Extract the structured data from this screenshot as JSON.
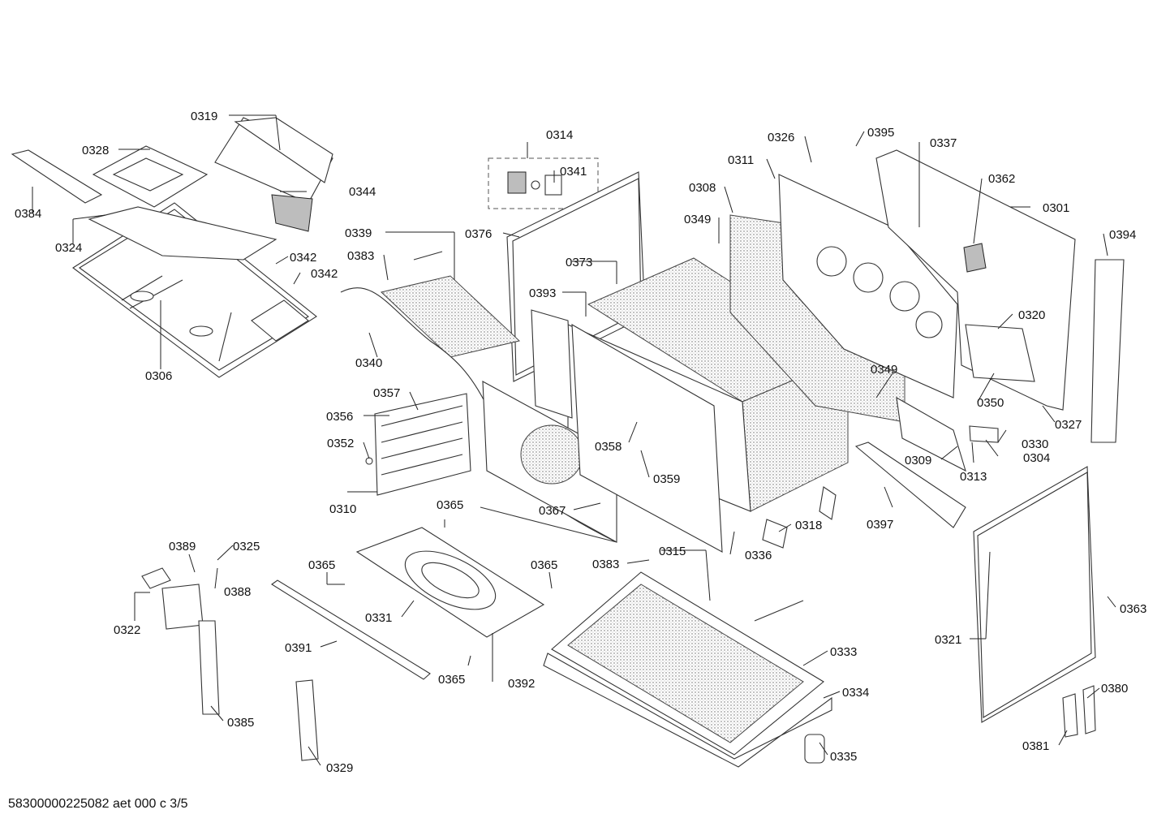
{
  "labels": {
    "p0319": "0319",
    "p0328": "0328",
    "p0384": "0384",
    "p0344": "0344",
    "p0324": "0324",
    "p0342a": "0342",
    "p0342b": "0342",
    "p0306": "0306",
    "p0314": "0314",
    "p0341": "0341",
    "p0376": "0376",
    "p0339": "0339",
    "p0383a": "0383",
    "p0340": "0340",
    "p0373": "0373",
    "p0393": "0393",
    "p0308": "0308",
    "p0349a": "0349",
    "p0311": "0311",
    "p0326": "0326",
    "p0395": "0395",
    "p0337": "0337",
    "p0362": "0362",
    "p0301": "0301",
    "p0394": "0394",
    "p0320": "0320",
    "p0349b": "0349",
    "p0350": "0350",
    "p0327": "0327",
    "p0357": "0357",
    "p0356": "0356",
    "p0352": "0352",
    "p0310": "0310",
    "p0358": "0358",
    "p0359": "0359",
    "p0367": "0367",
    "p0336": "0336",
    "p0309": "0309",
    "p0313": "0313",
    "p0330": "0330",
    "p0304": "0304",
    "p0318": "0318",
    "p0397": "0397",
    "p0365a": "0365",
    "p0365b": "0365",
    "p0365c": "0365",
    "p0365d": "0365",
    "p0389": "0389",
    "p0325": "0325",
    "p0388": "0388",
    "p0322": "0322",
    "p0331": "0331",
    "p0391": "0391",
    "p0392": "0392",
    "p0315": "0315",
    "p0383b": "0383",
    "p0333": "0333",
    "p0334": "0334",
    "p0335": "0335",
    "p0385": "0385",
    "p0329": "0329",
    "p0321": "0321",
    "p0363": "0363",
    "p0380": "0380",
    "p0381": "0381"
  },
  "footer": "58300000225082 aet 000 c 3/5"
}
